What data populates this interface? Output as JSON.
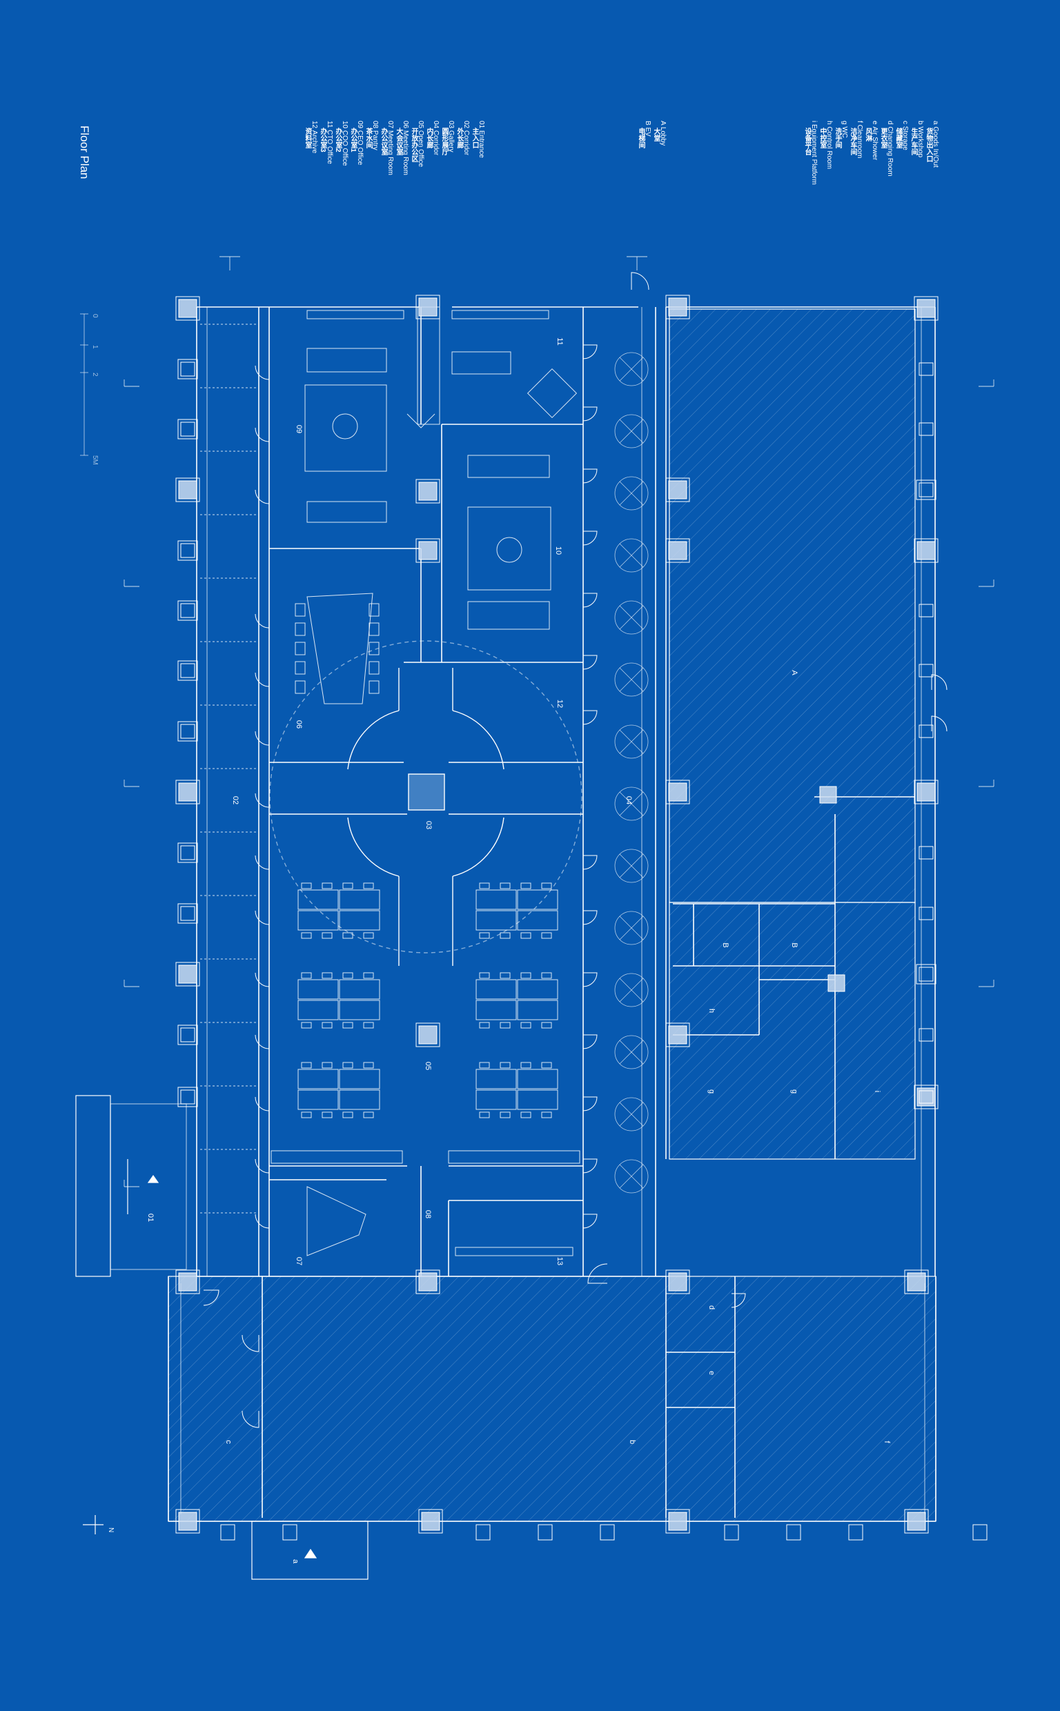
{
  "title": "Floor Plan",
  "colors": {
    "background": "#0759b0",
    "line": "#ffffff",
    "column": "#c9dbf0"
  },
  "legend_numbered": [
    {
      "num": "01",
      "en": "Entrance",
      "cn": "主入口"
    },
    {
      "num": "02",
      "en": "Corridor",
      "cn": "外长廊"
    },
    {
      "num": "03",
      "en": "Gallery",
      "cn": "圆形展厅"
    },
    {
      "num": "04",
      "en": "Corridor",
      "cn": "内长廊"
    },
    {
      "num": "05",
      "en": "Open Office",
      "cn": "开放办公区"
    },
    {
      "num": "06",
      "en": "Meeting Room",
      "cn": "大会议室"
    },
    {
      "num": "07",
      "en": "Meeting Room",
      "cn": "办公议室"
    },
    {
      "num": "08",
      "en": "Pantry",
      "cn": "茶水间"
    },
    {
      "num": "09",
      "en": "CEO Office",
      "cn": "办公室1"
    },
    {
      "num": "10",
      "en": "COO Office",
      "cn": "办公室2"
    },
    {
      "num": "11",
      "en": "CTO Office",
      "cn": "办公室3"
    },
    {
      "num": "12",
      "en": "Archive",
      "cn": "资料室"
    }
  ],
  "legend_lettered": [
    {
      "num": "A",
      "en": "Lobby",
      "cn": "大堂"
    },
    {
      "num": "B",
      "en": "EV",
      "cn": "电梯间"
    }
  ],
  "legend_factory": [
    {
      "num": "a",
      "en": "Goods In/Out",
      "cn": "货物出入口"
    },
    {
      "num": "b",
      "en": "Workshop",
      "cn": "生产车间"
    },
    {
      "num": "c",
      "en": "Storage",
      "cn": "储藏室"
    },
    {
      "num": "d",
      "en": "Changing Room",
      "cn": "更衣室"
    },
    {
      "num": "e",
      "en": "Air Shower",
      "cn": "风淋"
    },
    {
      "num": "f",
      "en": "Cleanroom",
      "cn": "洁净车间"
    },
    {
      "num": "g",
      "en": "WC",
      "cn": "洗手间"
    },
    {
      "num": "h",
      "en": "Control Room",
      "cn": "中控室"
    },
    {
      "num": "i",
      "en": "Equipment Platform",
      "cn": "设备平台"
    }
  ],
  "scale_bar": {
    "ticks": [
      "0",
      "1",
      "2",
      "5M"
    ]
  },
  "north": "N",
  "room_labels": [
    {
      "id": "r01",
      "text": "01"
    },
    {
      "id": "r02",
      "text": "02"
    },
    {
      "id": "r03",
      "text": "03"
    },
    {
      "id": "r04",
      "text": "04"
    },
    {
      "id": "r05",
      "text": "05"
    },
    {
      "id": "r06",
      "text": "06"
    },
    {
      "id": "r07",
      "text": "07"
    },
    {
      "id": "r08",
      "text": "08"
    },
    {
      "id": "r09",
      "text": "09"
    },
    {
      "id": "r10",
      "text": "10"
    },
    {
      "id": "r11",
      "text": "11"
    },
    {
      "id": "r12",
      "text": "12"
    },
    {
      "id": "r13",
      "text": "13"
    },
    {
      "id": "rA",
      "text": "A"
    },
    {
      "id": "rB1",
      "text": "B"
    },
    {
      "id": "rB2",
      "text": "B"
    },
    {
      "id": "rh",
      "text": "h"
    },
    {
      "id": "rg1",
      "text": "g"
    },
    {
      "id": "rg2",
      "text": "g"
    },
    {
      "id": "ri",
      "text": "i"
    },
    {
      "id": "rd",
      "text": "d"
    },
    {
      "id": "re",
      "text": "e"
    },
    {
      "id": "rf",
      "text": "f"
    },
    {
      "id": "rb",
      "text": "b"
    },
    {
      "id": "rc",
      "text": "c"
    },
    {
      "id": "ra",
      "text": "a"
    }
  ]
}
